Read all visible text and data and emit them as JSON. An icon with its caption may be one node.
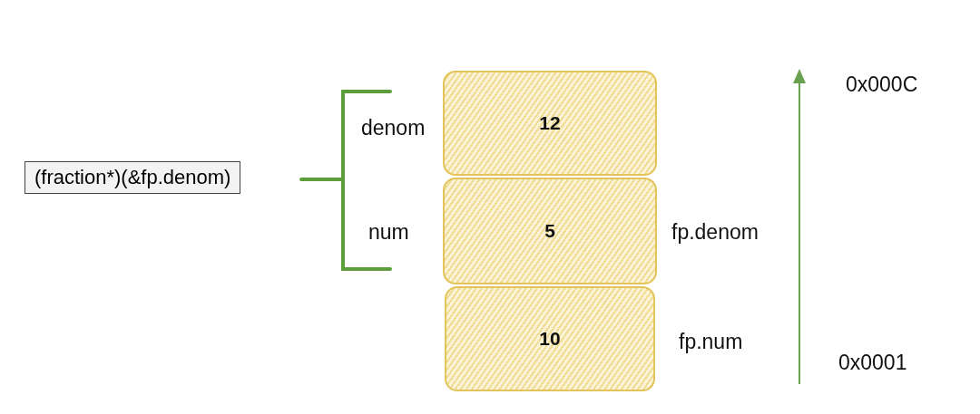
{
  "diagram": {
    "nodes": [
      {
        "text": [
          "(fraction*)(&fp.denom)"
        ]
      },
      {
        "text": [
          "12"
        ]
      },
      {
        "text": [
          "5"
        ]
      },
      {
        "text": [
          "10"
        ]
      }
    ],
    "edges": [],
    "labels": [
      "0x000C",
      "denom",
      "num",
      "fp.denom",
      "fp.num",
      "0x0001"
    ]
  }
}
